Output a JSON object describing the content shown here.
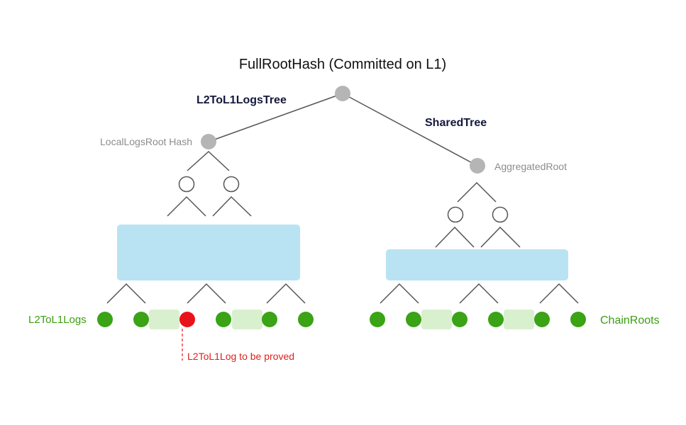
{
  "diagram": {
    "title": "FullRootHash (Committed on L1)",
    "left_tree_label": "L2ToL1LogsTree",
    "right_tree_label": "SharedTree",
    "left_root_label": "LocalLogsRoot Hash",
    "right_root_label": "AggregatedRoot",
    "left_leaves_label": "L2ToL1Logs",
    "right_leaves_label": "ChainRoots",
    "proved_leaf_label": "L2ToL1Log to be proved"
  },
  "colors": {
    "gray_node": "#b5b5b5",
    "leaf_green": "#3aa316",
    "leaf_red": "#e8141b",
    "proof_highlight": "#d9f0cf",
    "subtree_box": "#b9e3f2",
    "label_green": "#3a9e12",
    "label_red": "#e0201c"
  }
}
